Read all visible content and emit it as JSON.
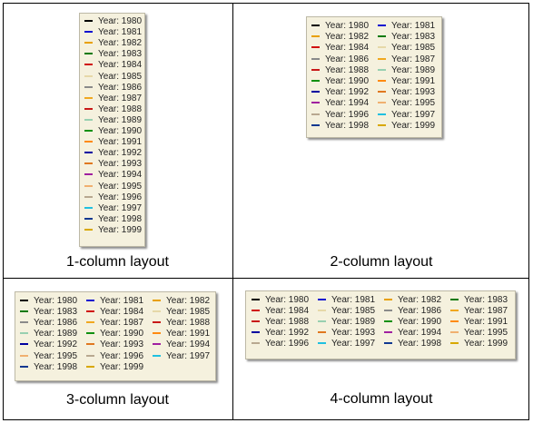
{
  "palette": [
    "#000000",
    "#0000cc",
    "#f0a000",
    "#008000",
    "#d00000",
    "#e0d0a0",
    "#808080",
    "#ffb000",
    "#c00000",
    "#90c8b0",
    "#00a000",
    "#ff8000",
    "#0000a0",
    "#e08020",
    "#a000a0",
    "#f0b060",
    "#c0a080",
    "#00c0e0",
    "#003090",
    "#d0a000"
  ],
  "legend_labels": [
    "Year: 1980",
    "Year: 1981",
    "Year: 1982",
    "Year: 1983",
    "Year: 1984",
    "Year: 1985",
    "Year: 1986",
    "Year: 1987",
    "Year: 1988",
    "Year: 1989",
    "Year: 1990",
    "Year: 1991",
    "Year: 1992",
    "Year: 1993",
    "Year: 1994",
    "Year: 1995",
    "Year: 1996",
    "Year: 1997",
    "Year: 1998",
    "Year: 1999"
  ],
  "legend_colors": [
    "#000000",
    "#1010d0",
    "#e8a000",
    "#0a7a0a",
    "#d01010",
    "#e6d8a8",
    "#8a8a8a",
    "#f0a820",
    "#c81818",
    "#98d0b0",
    "#109010",
    "#ff8a10",
    "#0000a0",
    "#e07820",
    "#a020a0",
    "#f0b070",
    "#b8a890",
    "#20c0e0",
    "#103890",
    "#d8a800"
  ],
  "captions": {
    "one_column": "1-column layout",
    "two_column": "2-column layout",
    "three_column": "3-column layout",
    "four_column": "4-column layout"
  }
}
